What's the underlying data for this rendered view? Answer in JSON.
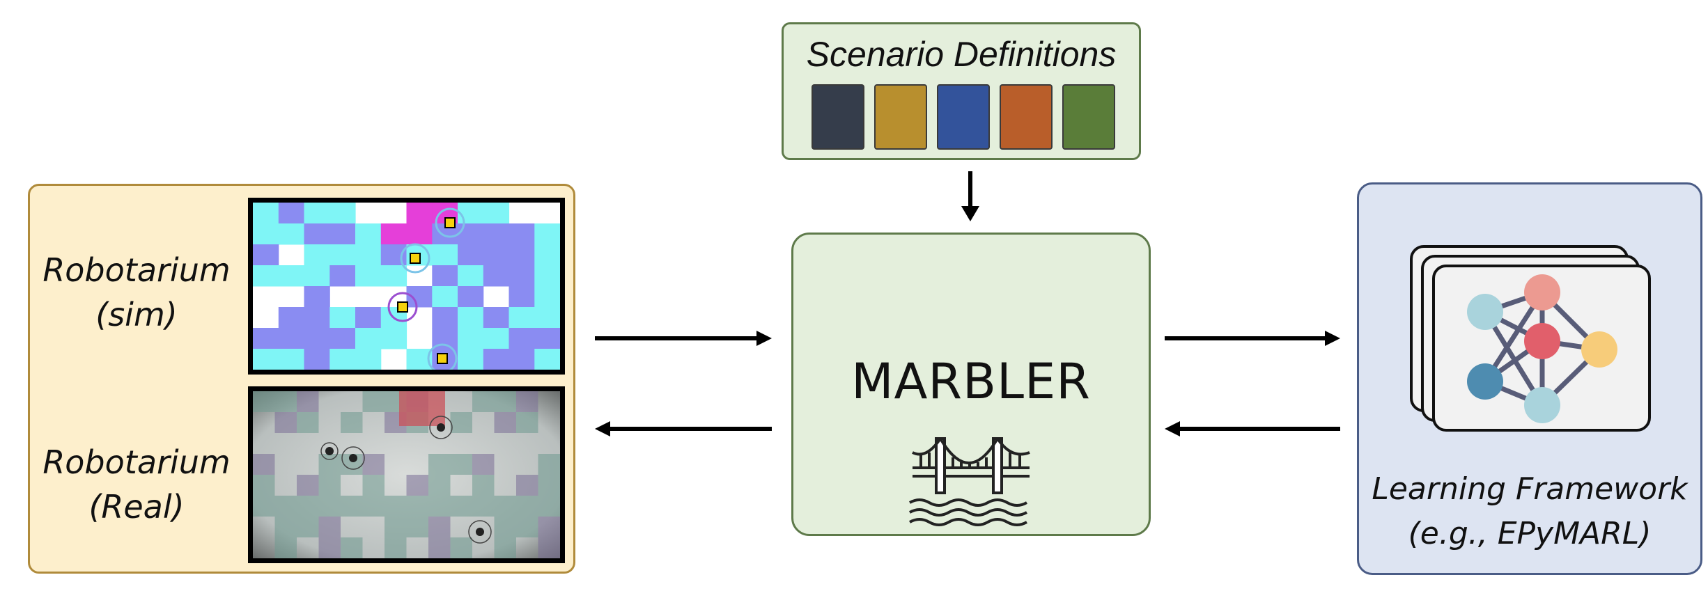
{
  "left_panel": {
    "sim_label_line1": "Robotarium",
    "sim_label_line2": "(sim)",
    "real_label_line1": "Robotarium",
    "real_label_line2": "(Real)"
  },
  "scenario": {
    "title": "Scenario Definitions",
    "swatches": [
      "#353d4b",
      "#b88f2e",
      "#33539b",
      "#b95e2a",
      "#5a7d39"
    ]
  },
  "center": {
    "title": "MARBLER",
    "icon": "bridge-icon"
  },
  "right_panel": {
    "label_line1": "Learning Framework",
    "label_line2": "(e.g., EPyMARL)",
    "icon": "neural-network-icon"
  },
  "colors": {
    "left_fill": "#fdefcc",
    "left_border": "#b08b3b",
    "green_fill": "#e4efdc",
    "green_border": "#5e7a4a",
    "blue_fill": "#dde4f2",
    "blue_border": "#4a5c86"
  }
}
